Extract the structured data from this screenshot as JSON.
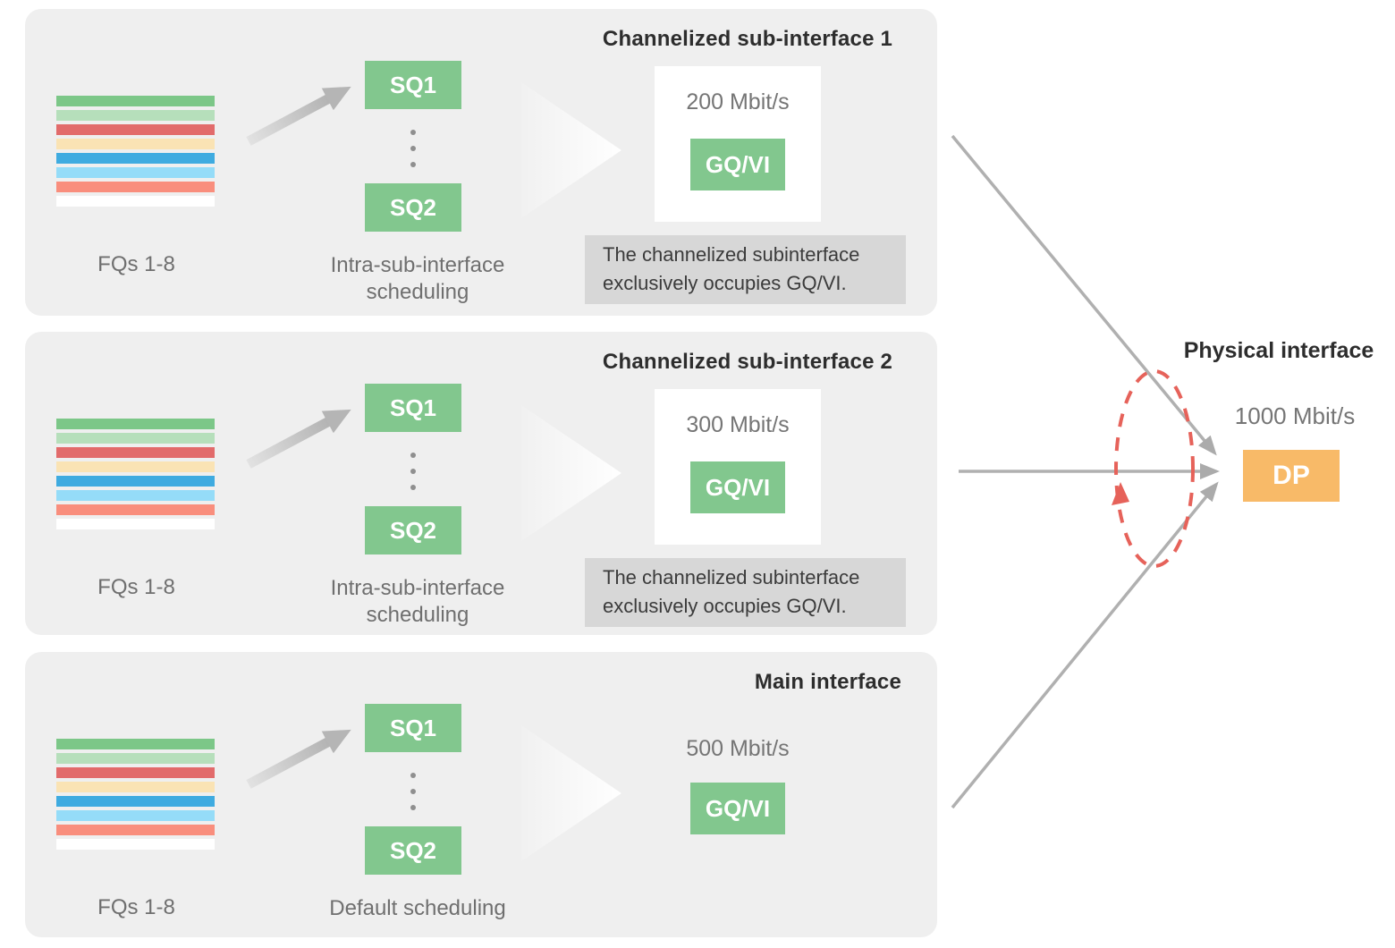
{
  "colors": {
    "panel-bg": "#efefef",
    "green": "#82c78e",
    "dp-orange": "#f8ba68",
    "note-bg": "#d7d7d7",
    "title-text": "#2d2d2d",
    "label-text": "#6f6f6f",
    "rate-text": "#757575",
    "note-text": "#3b3b3b",
    "arrow-gray": "#b0b0b0",
    "dashed-red": "#e6625a",
    "dot-gray": "#8f8f8f"
  },
  "fq_stripes": [
    "#7cc788",
    "#b6dfbb",
    "#e26b6b",
    "#fae3b4",
    "#3fabe0",
    "#95dcf8",
    "#f98e7d",
    "#ffffff"
  ],
  "panels": [
    {
      "title": "Channelized sub-interface 1",
      "fq_label": "FQs 1-8",
      "sq1": "SQ1",
      "sq2": "SQ2",
      "scheduling_line1": "Intra-sub-interface",
      "scheduling_line2": "scheduling",
      "rate": "200 Mbit/s",
      "gq": "GQ/VI",
      "note_line1": "The channelized subinterface",
      "note_line2": "exclusively occupies GQ/VI."
    },
    {
      "title": "Channelized sub-interface 2",
      "fq_label": "FQs 1-8",
      "sq1": "SQ1",
      "sq2": "SQ2",
      "scheduling_line1": "Intra-sub-interface",
      "scheduling_line2": "scheduling",
      "rate": "300 Mbit/s",
      "gq": "GQ/VI",
      "note_line1": "The channelized subinterface",
      "note_line2": "exclusively occupies GQ/VI."
    },
    {
      "title": "Main interface",
      "fq_label": "FQs 1-8",
      "sq1": "SQ1",
      "sq2": "SQ2",
      "scheduling_line1": "Default scheduling",
      "rate": "500 Mbit/s",
      "gq": "GQ/VI"
    }
  ],
  "physical": {
    "title": "Physical interface",
    "rate": "1000 Mbit/s",
    "dp": "DP"
  }
}
